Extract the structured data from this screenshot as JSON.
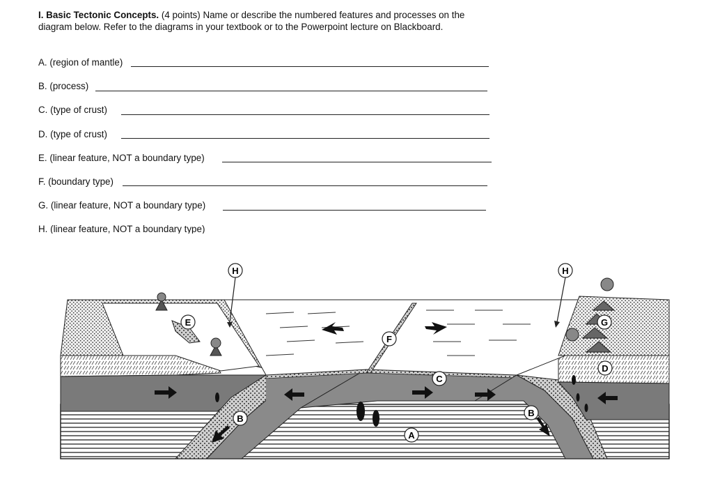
{
  "header": {
    "section_title": "I. Basic Tectonic Concepts.",
    "points": "(4 points)",
    "instructions": "Name or describe the numbered features and processes on the diagram below.  Refer to the diagrams in your textbook or to the Powerpoint lecture on Blackboard."
  },
  "questions": [
    {
      "label": "A. (region of mantle)"
    },
    {
      "label": "B. (process)"
    },
    {
      "label": "C. (type of crust)"
    },
    {
      "label": "D. (type of crust)"
    },
    {
      "label": "E. (linear feature, NOT a boundary type)"
    },
    {
      "label": "F. (boundary type)"
    },
    {
      "label": "G. (linear feature, NOT a boundary type)"
    },
    {
      "label": "H. (linear feature, NOT a boundary type)"
    }
  ],
  "diagram": {
    "markers": {
      "a": "A",
      "b": "B",
      "c": "C",
      "d": "D",
      "e": "E",
      "f": "F",
      "g": "G",
      "h": "H"
    }
  }
}
